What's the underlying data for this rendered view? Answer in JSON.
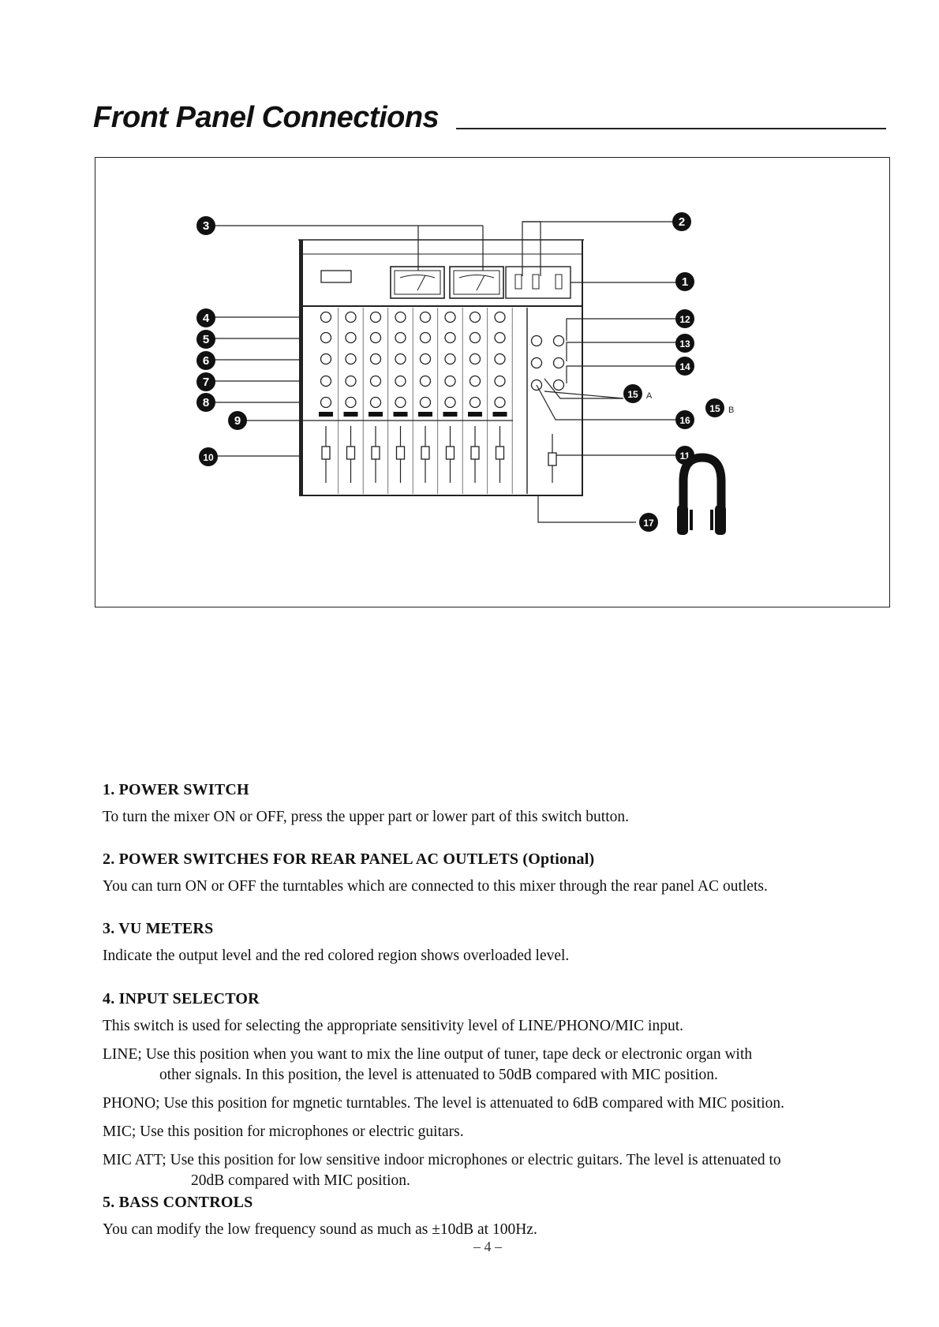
{
  "page": {
    "title": "Front Panel Connections",
    "page_number": "– 4 –"
  },
  "diagram": {
    "callouts": {
      "c1": "1",
      "c2": "2",
      "c3": "3",
      "c4": "4",
      "c5": "5",
      "c6": "6",
      "c7": "7",
      "c8": "8",
      "c9": "9",
      "c10": "10",
      "c11": "11",
      "c12": "12",
      "c13": "13",
      "c14": "14",
      "c15a": "15",
      "c15a_suffix": "A",
      "c15b": "15",
      "c15b_suffix": "B",
      "c16": "16",
      "c17": "17"
    }
  },
  "sections": [
    {
      "heading": "1. POWER SWITCH",
      "body": "To turn the mixer ON or OFF, press the upper part or lower part of this switch button."
    },
    {
      "heading": "2. POWER SWITCHES FOR REAR PANEL AC OUTLETS (Optional)",
      "body": "You can turn ON or OFF the turntables which are connected to this mixer through the rear panel AC outlets."
    },
    {
      "heading": "3. VU METERS",
      "body": "Indicate the output level and the red colored region shows overloaded level."
    },
    {
      "heading": "4. INPUT SELECTOR",
      "body": "This switch is used for selecting the appropriate sensitivity level of LINE/PHONO/MIC input.",
      "definitions": [
        {
          "term": "LINE;",
          "line1": "Use this position when you want to mix the line output of tuner, tape deck or electronic organ with",
          "line2": "other signals. In this position, the level is attenuated to 50dB compared with MIC position."
        },
        {
          "term": "PHONO;",
          "line1": "Use this position for mgnetic turntables. The level is attenuated to 6dB compared with MIC position."
        },
        {
          "term": "MIC;",
          "line1": "Use this position for microphones or electric guitars."
        },
        {
          "term": "MIC ATT;",
          "line1": "Use this position for low sensitive indoor microphones or electric guitars. The level is attenuated to",
          "line2": "20dB compared with MIC position."
        }
      ]
    },
    {
      "heading": "5. BASS CONTROLS",
      "body": "You can modify the low frequency sound as much as ±10dB at 100Hz."
    }
  ]
}
